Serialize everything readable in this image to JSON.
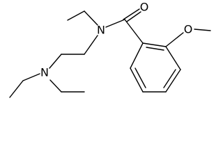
{
  "molecule": {
    "atoms": {
      "carbonyl_oxygen": "O",
      "amide_nitrogen": "N",
      "methoxy_oxygen": "O",
      "amine_nitrogen": "N"
    }
  },
  "colors": {
    "bond": "#000000",
    "label": "#000000",
    "background": "#ffffff"
  }
}
